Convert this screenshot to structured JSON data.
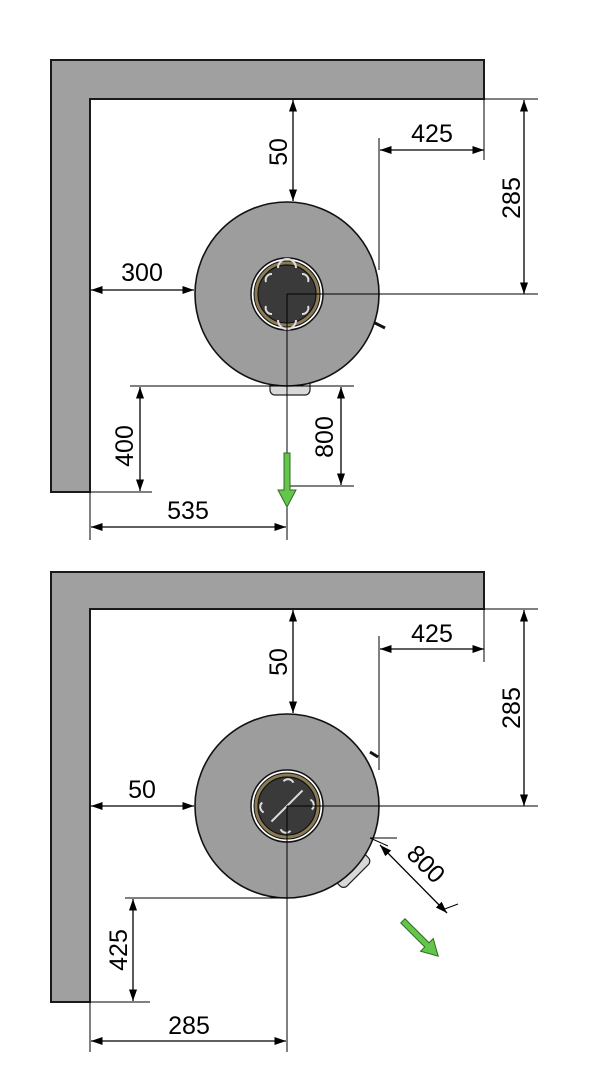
{
  "diagrams": [
    {
      "name": "straight-install",
      "labels": {
        "top": "50",
        "right_top": "425",
        "right_side": "285",
        "left": "300",
        "front_depth": "800",
        "bottom_left": "400",
        "bottom": "535"
      }
    },
    {
      "name": "corner-install",
      "labels": {
        "top": "50",
        "right_top": "425",
        "right_side": "285",
        "left": "50",
        "front_depth": "800",
        "bottom_left": "425",
        "bottom": "285"
      }
    }
  ],
  "colors": {
    "wall": "#a0a0a0",
    "stove": "#9d9d9d",
    "arrow": "#63c64b"
  }
}
